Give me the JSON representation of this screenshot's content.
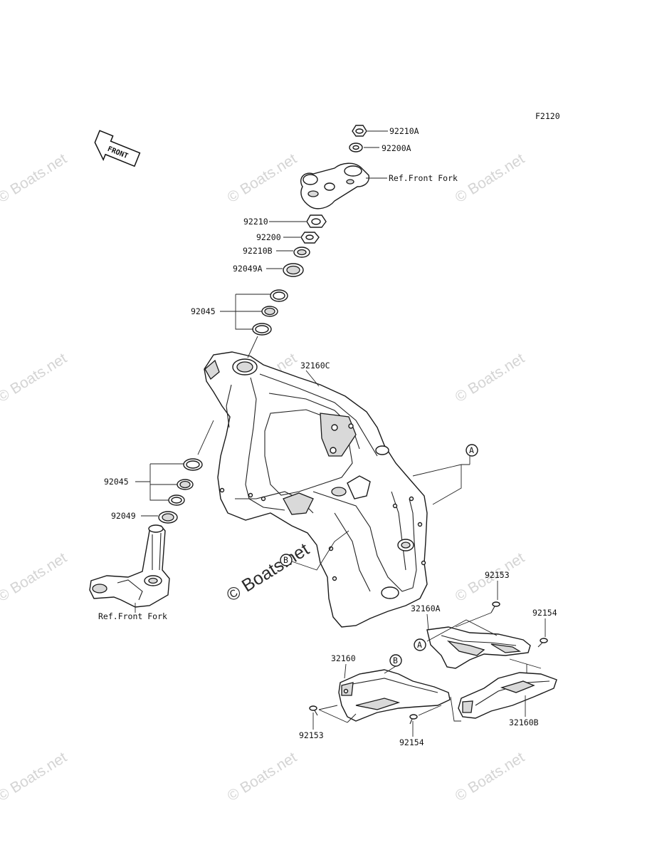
{
  "diagram_code": "F2120",
  "front_arrow_label": "FRONT",
  "watermark_text": "© Boats.net",
  "callout_a": "A",
  "callout_b": "B",
  "labels": {
    "p92210A": "92210A",
    "p92200A": "92200A",
    "ref_front_fork_top": "Ref.Front Fork",
    "p92210": "92210",
    "p92200": "92200",
    "p92210B": "92210B",
    "p92049A": "92049A",
    "p92045_upper": "92045",
    "p32160C": "32160C",
    "p92045_lower": "92045",
    "p92049": "92049",
    "ref_front_fork_bottom": "Ref.Front Fork",
    "p92153_right": "92153",
    "p32160A": "32160A",
    "p92154_right": "92154",
    "p32160": "32160",
    "p92153_left": "92153",
    "p92154_bottom": "92154",
    "p32160B": "32160B"
  }
}
